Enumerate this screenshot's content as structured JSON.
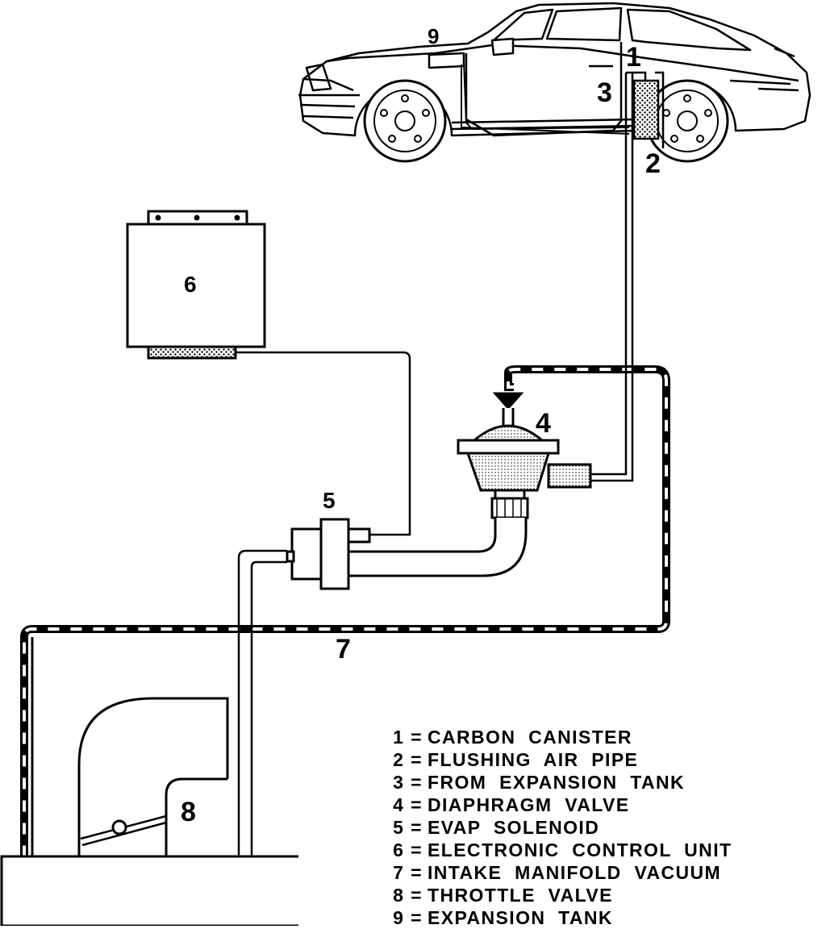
{
  "diagram": {
    "callouts": {
      "c1": "1",
      "c2": "2",
      "c3": "3",
      "c4": "4",
      "c5": "5",
      "c6": "6",
      "c7": "7",
      "c8": "8",
      "c9": "9"
    },
    "legend": [
      {
        "num": "1 =",
        "text": "CARBON CANISTER"
      },
      {
        "num": "2 =",
        "text": "FLUSHING AIR PIPE"
      },
      {
        "num": "3 =",
        "text": "FROM EXPANSION TANK"
      },
      {
        "num": "4 =",
        "text": "DIAPHRAGM VALVE"
      },
      {
        "num": "5 =",
        "text": "EVAP SOLENOID"
      },
      {
        "num": "6 =",
        "text": "ELECTRONIC CONTROL UNIT"
      },
      {
        "num": "7 =",
        "text": "INTAKE MANIFOLD VACUUM"
      },
      {
        "num": "8 =",
        "text": "THROTTLE VALVE"
      },
      {
        "num": "9 =",
        "text": "EXPANSION TANK"
      }
    ]
  }
}
